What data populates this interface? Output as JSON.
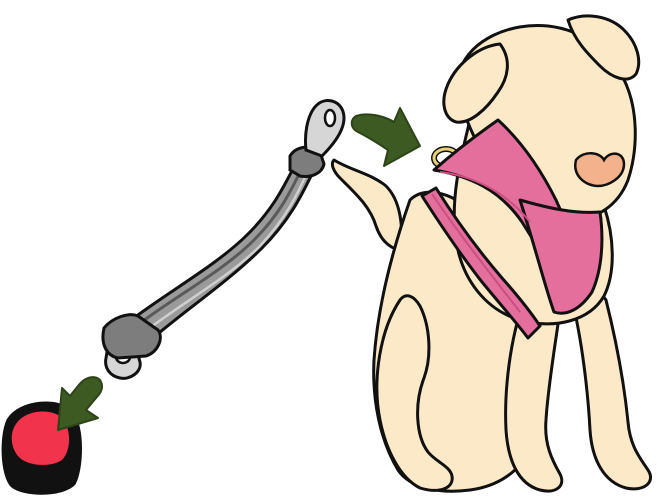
{
  "illustration": {
    "subjects": [
      "seatbelt-tether",
      "seatbelt-buckle",
      "dog",
      "harness",
      "arrow-down-left",
      "arrow-right"
    ],
    "colors": {
      "background": "#ffffff",
      "outline": "#111111",
      "dog_fur": "#fbe9c8",
      "harness": "#e46f9c",
      "harness_dark": "#c9507f",
      "nose": "#f3b18c",
      "ring": "#e8d27a",
      "strap": "#9a9a9a",
      "strap_dark": "#5a5a5a",
      "metal": "#c9c9c9",
      "buckle_body": "#111111",
      "buckle_button": "#f2334c",
      "arrow": "#3c5a22"
    }
  }
}
